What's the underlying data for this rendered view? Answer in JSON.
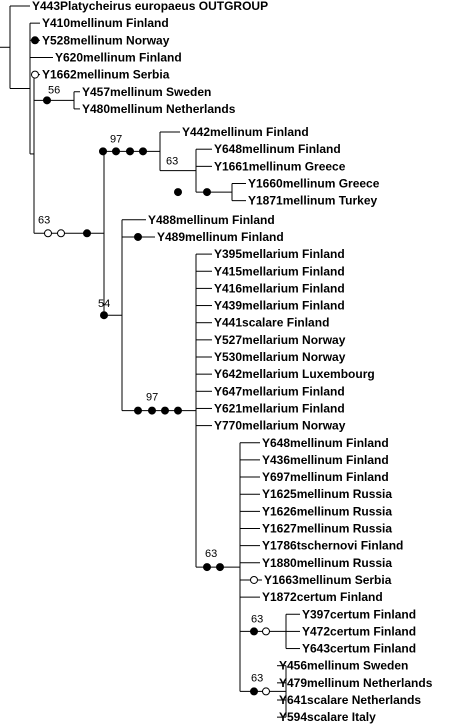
{
  "tree": {
    "taxa": [
      "Y443Platycheirus europaeus OUTGROUP",
      "Y410mellinum Finland",
      "Y528mellinum Norway",
      "Y620mellinum Finland",
      "Y1662mellinum Serbia",
      "Y457mellinum Sweden",
      "Y480mellinum Netherlands",
      "Y442mellinum Finland",
      "Y648mellinum Finland",
      "Y1661mellinum Greece",
      "Y1660mellinum Greece",
      "Y1871mellinum Turkey",
      "Y488mellinum Finland",
      "Y489mellinum Finland",
      "Y395mellarium Finland",
      "Y415mellarium Finland",
      "Y416mellarium Finland",
      "Y439mellarium Finland",
      "Y441scalare Finland",
      "Y527mellarium Norway",
      "Y530mellarium Norway",
      "Y642mellarium Luxembourg",
      "Y647mellarium Finland",
      "Y621mellarium Finland",
      "Y770mellarium Norway",
      "Y648mellinum Finland",
      "Y436mellinum Finland",
      "Y697mellinum Finland",
      "Y1625mellinum Russia",
      "Y1626mellinum Russia",
      "Y1627mellinum Russia",
      "Y1786tschernovi Finland",
      "Y1880mellinum Russia",
      "Y1663mellinum Serbia",
      "Y1872certum Finland",
      "Y397certum Finland",
      "Y472certum Finland",
      "Y643certum Finland",
      "Y456mellinum Sweden",
      "Y479mellinum Netherlands",
      "Y641scalare Netherlands",
      "Y594scalare Italy"
    ],
    "supports": [
      "56",
      "97",
      "63",
      "63",
      "54",
      "97",
      "63",
      "63",
      "63"
    ]
  }
}
